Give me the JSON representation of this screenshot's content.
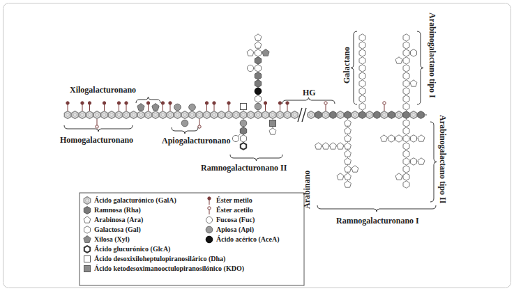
{
  "diagram": {
    "labels": [
      "Xilogalacturonano",
      "Homogalacturonano",
      "Apiogalacturonano",
      "HG",
      "Galactano",
      "Arabinogalactano tipo I",
      "Ramnogalacturonano II",
      "Arabinano",
      "Arabinogalactano tipo II",
      "Ramnogalacturonano I"
    ],
    "legend": [
      {
        "text": "Ácido galacturónico (GalA)"
      },
      {
        "text": "Éster metilo"
      },
      {
        "text": "Ramnosa (Rha)"
      },
      {
        "text": "Éster acetilo"
      },
      {
        "text": "Arabinosa (Ara)"
      },
      {
        "text": "Fucosa (Fuc)"
      },
      {
        "text": "Galactosa (Gal)"
      },
      {
        "text": "Apiosa (Api)"
      },
      {
        "text": "Xilosa (Xyl)"
      },
      {
        "text": "Ácido acérico (AceA)"
      },
      {
        "text": "Ácido glucurónico (GlcA)"
      },
      {
        "text": "Ácido desoxixiloheptulopiranosilárico (Dha)"
      },
      {
        "text": "Ácido ketodesoximanooctulopiranosilónico (KDO)"
      }
    ]
  }
}
